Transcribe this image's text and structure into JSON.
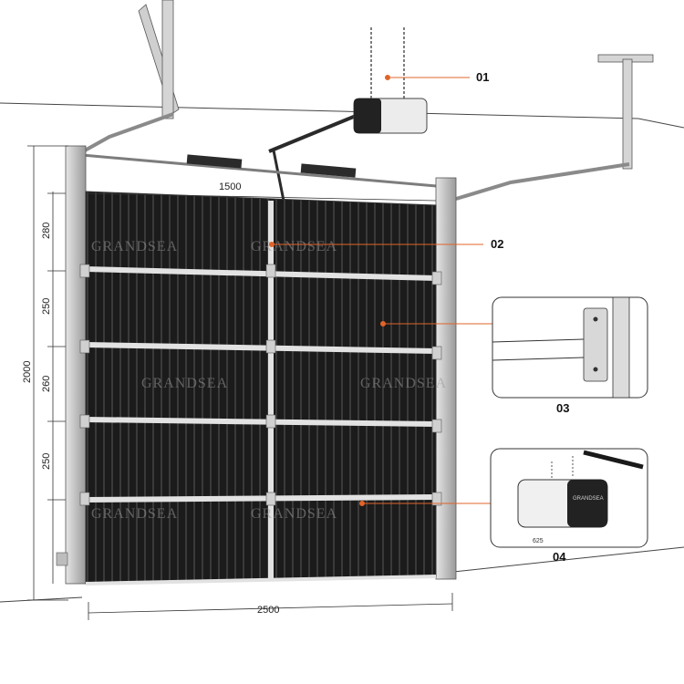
{
  "callouts": {
    "c01": "01",
    "c02": "02",
    "c03": "03",
    "c04": "04"
  },
  "dimensions": {
    "top_width": "1500",
    "bottom_width": "2500",
    "total_height": "2000",
    "panel_heights": [
      "280",
      "250",
      "260",
      "250"
    ]
  },
  "watermark": "GRANDSEA",
  "opener_brand": "GRANDSEA",
  "opener_detail_label": "625",
  "colors": {
    "panel": "#1d1d1d",
    "frame": "#c8c8c8",
    "accent": "#e0642a",
    "outline": "#333333"
  }
}
